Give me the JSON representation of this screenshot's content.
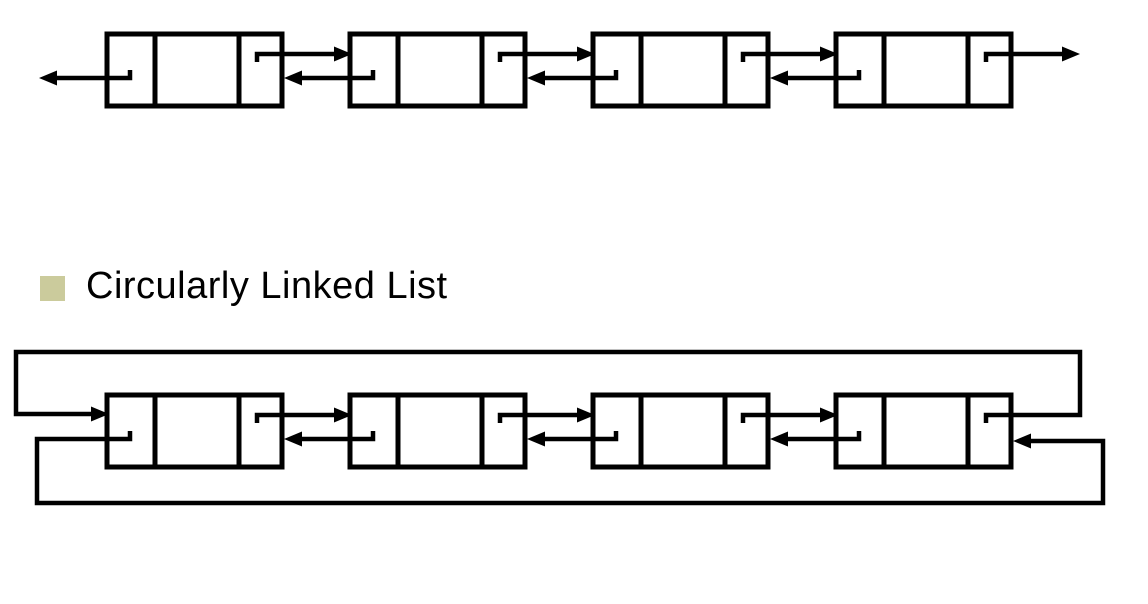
{
  "colors": {
    "ink": "#000000",
    "background": "#ffffff",
    "bullet": "#cbcb9c"
  },
  "section": {
    "title": "Circularly Linked List"
  },
  "diagrams": {
    "doubly": {
      "label": "doubly-linked-list",
      "node_count": 4,
      "cells": [
        "prev-pointer",
        "data",
        "next-pointer"
      ],
      "head_arrow_out_left": true,
      "tail_arrow_out_right": true
    },
    "circular": {
      "label": "circularly-linked-list",
      "node_count": 4,
      "cells": [
        "prev-pointer",
        "data",
        "next-pointer"
      ],
      "next_wraps_over_top": true,
      "prev_wraps_under_bottom": true
    }
  }
}
